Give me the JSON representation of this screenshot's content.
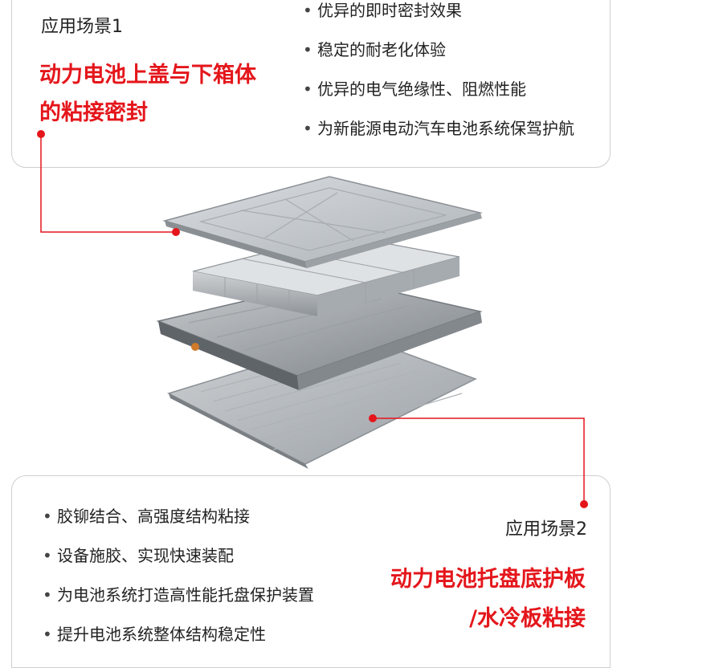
{
  "scene1": {
    "label": "应用场景1",
    "title_line1": "动力电池上盖与下箱体",
    "title_line2": "的粘接密封",
    "bullets": [
      "优异的即时密封效果",
      "稳定的耐老化体验",
      "优异的电气绝缘性、阻燃性能",
      "为新能源电动汽车电池系统保驾护航"
    ]
  },
  "scene2": {
    "label": "应用场景2",
    "title_line1": "动力电池托盘底护板",
    "title_line2": "/水冷板粘接",
    "bullets": [
      "胶铆结合、高强度结构粘接",
      "设备施胶、实现快速装配",
      "为电池系统打造高性能托盘保护装置",
      "提升电池系统整体结构稳定性"
    ]
  },
  "colors": {
    "accent": "#e4161b",
    "border": "#cfcfcf",
    "text": "#222222"
  },
  "bullet_glyph": "•"
}
